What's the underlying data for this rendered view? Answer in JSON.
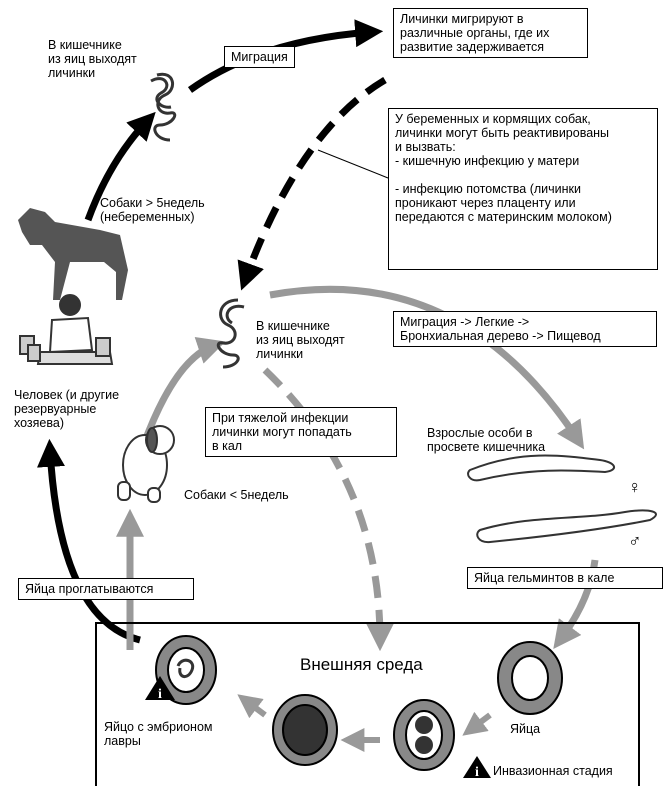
{
  "labels": {
    "intestine_top": "В кишечнике\nиз яиц выходят\nличинки",
    "migration": "Миграция",
    "larvae_migrate": "Личинки мигрируют в\nразличные органы, где их\nразвитие задерживается",
    "pregnant_box": "У беременных и кормящих собак,\nличинки могут быть реактивированы\nи вызвать:\n - кишечную инфекцию у матери\n\n - инфекцию потомства (личинки\nпроникают через плаценту или\nпередаются с материнским молоком)",
    "dogs_over5": "Собаки > 5недель\n(небеременных)",
    "intestine_mid": "В кишечнике\nиз яиц выходят\nличинки",
    "migration_route": "Миграция -> Легкие ->\nБронхиальная дерево -> Пищевод",
    "human": "Человек (и другие\nрезервуарные\nхозяева)",
    "heavy_infection": "При тяжелой инфекции\nличинки могут попадать\nв кал",
    "adults": "Взрослые особи в\nпросвете кишечника",
    "female_symbol": "♀",
    "male_symbol": "♂",
    "dogs_under5": "Собаки < 5недель",
    "eggs_swallowed": "Яйца проглатываются",
    "eggs_feces": "Яйца гельминтов в кале",
    "environment": "Внешняя среда",
    "eggs": "Яйца",
    "egg_embryo": "Яйцо с эмбрионом\nлавры",
    "invasive_stage": "Инвазионная стадия",
    "warning_mark": "i"
  }
}
